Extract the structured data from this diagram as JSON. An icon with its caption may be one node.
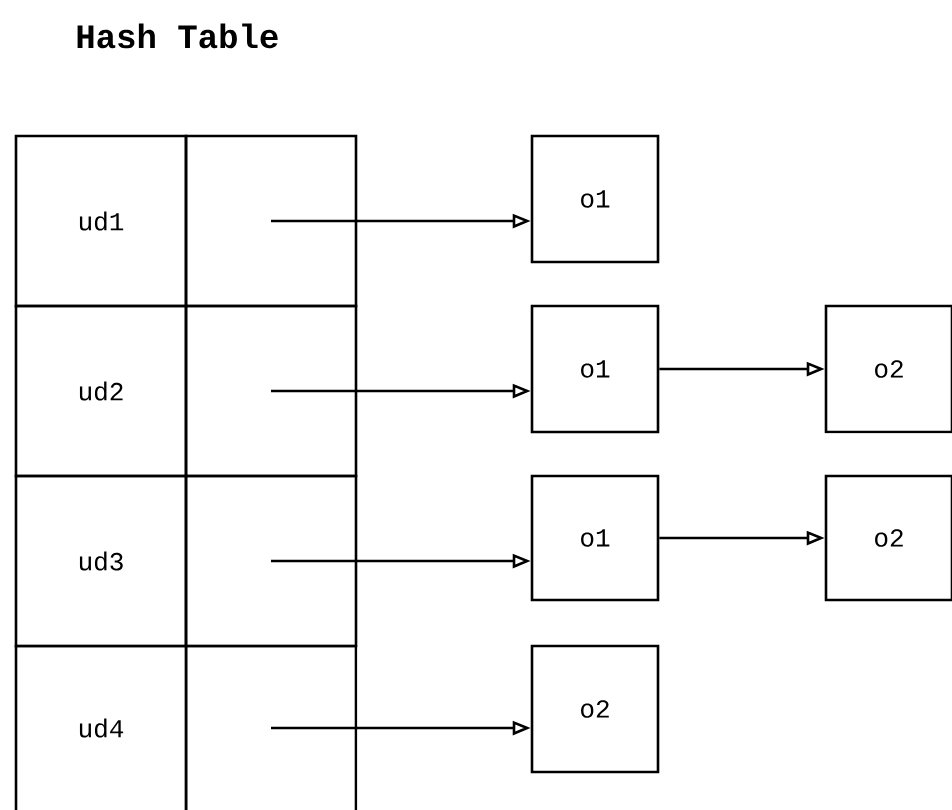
{
  "diagram": {
    "title": "Hash Table",
    "nodes": [
      {
        "text": [
          "ud1"
        ]
      },
      {
        "text": [
          "ud2"
        ]
      },
      {
        "text": [
          "ud3"
        ]
      },
      {
        "text": [
          "ud4"
        ]
      },
      {
        "text": [],
        "shape": "box"
      },
      {
        "text": [],
        "shape": "box"
      },
      {
        "text": [],
        "shape": "box"
      },
      {
        "text": [],
        "shape": "box"
      },
      {
        "text": [
          "o1"
        ]
      },
      {
        "text": [
          "o1"
        ]
      },
      {
        "text": [
          "o2"
        ]
      },
      {
        "text": [
          "o1"
        ]
      },
      {
        "text": [
          "o2"
        ]
      },
      {
        "text": [
          "o2"
        ]
      }
    ],
    "edges": [
      {
        "from": 4,
        "to": 8,
        "arrow": "to"
      },
      {
        "from": 5,
        "to": 9,
        "arrow": "to"
      },
      {
        "from": 9,
        "to": 10,
        "arrow": "to"
      },
      {
        "from": 6,
        "to": 11,
        "arrow": "to"
      },
      {
        "from": 11,
        "to": 12,
        "arrow": "to"
      },
      {
        "from": 7,
        "to": 13,
        "arrow": "to"
      }
    ]
  }
}
